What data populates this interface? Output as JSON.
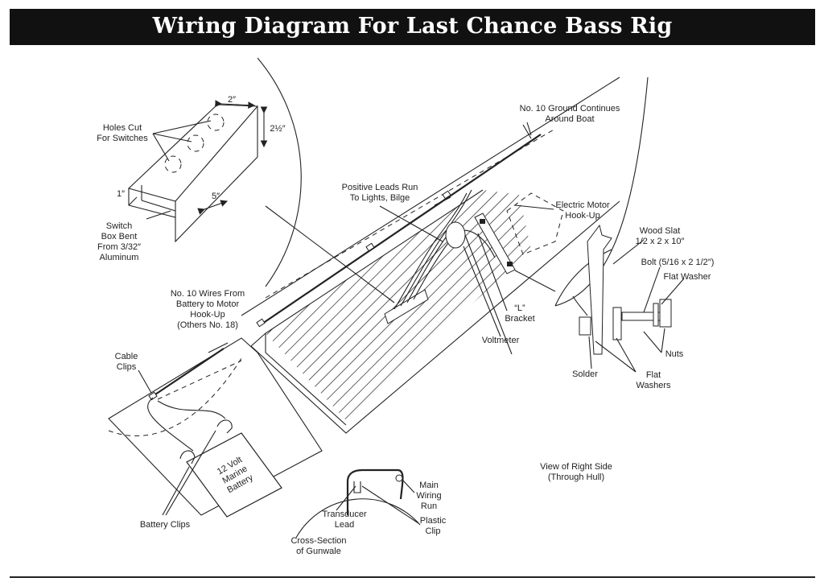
{
  "title": "Wiring Diagram For Last Chance Bass Rig",
  "labels": {
    "holes_cut": [
      "Holes Cut",
      "For Switches"
    ],
    "dim_2": "2″",
    "dim_2_5": "2½″",
    "dim_1": "1″",
    "dim_5": "5″",
    "switch_box": [
      "Switch",
      "Box Bent",
      "From 3/32″",
      "Aluminum"
    ],
    "ground": [
      "No. 10 Ground Continues",
      "Around Boat"
    ],
    "positive_leads": [
      "Positive Leads Run",
      "To Lights, Bilge"
    ],
    "electric_motor": [
      "Electric Motor",
      "Hook-Up"
    ],
    "no10_wires": [
      "No. 10 Wires From",
      "Battery to Motor",
      "Hook-Up",
      "(Others No. 18)"
    ],
    "cable_clips": [
      "Cable",
      "Clips"
    ],
    "battery": [
      "12 Volt",
      "Marine",
      "Battery"
    ],
    "battery_clips": "Battery Clips",
    "l_bracket": [
      "“L”",
      "Bracket"
    ],
    "voltmeter": "Voltmeter",
    "wood_slat": [
      "Wood Slat",
      "1/2 x 2 x 10″"
    ],
    "bolt": "Bolt (5/16 x 2 1/2″)",
    "flat_washer": "Flat Washer",
    "nuts": "Nuts",
    "solder": "Solder",
    "flat_washers": [
      "Flat",
      "Washers"
    ],
    "view_right_side": [
      "View of Right Side",
      "(Through Hull)"
    ],
    "main_wiring_run": [
      "Main",
      "Wiring",
      "Run"
    ],
    "transducer_lead": [
      "Transducer",
      "Lead"
    ],
    "plastic_clip": [
      "Plastic",
      "Clip"
    ],
    "cross_section": [
      "Cross-Section",
      "of Gunwale"
    ]
  }
}
